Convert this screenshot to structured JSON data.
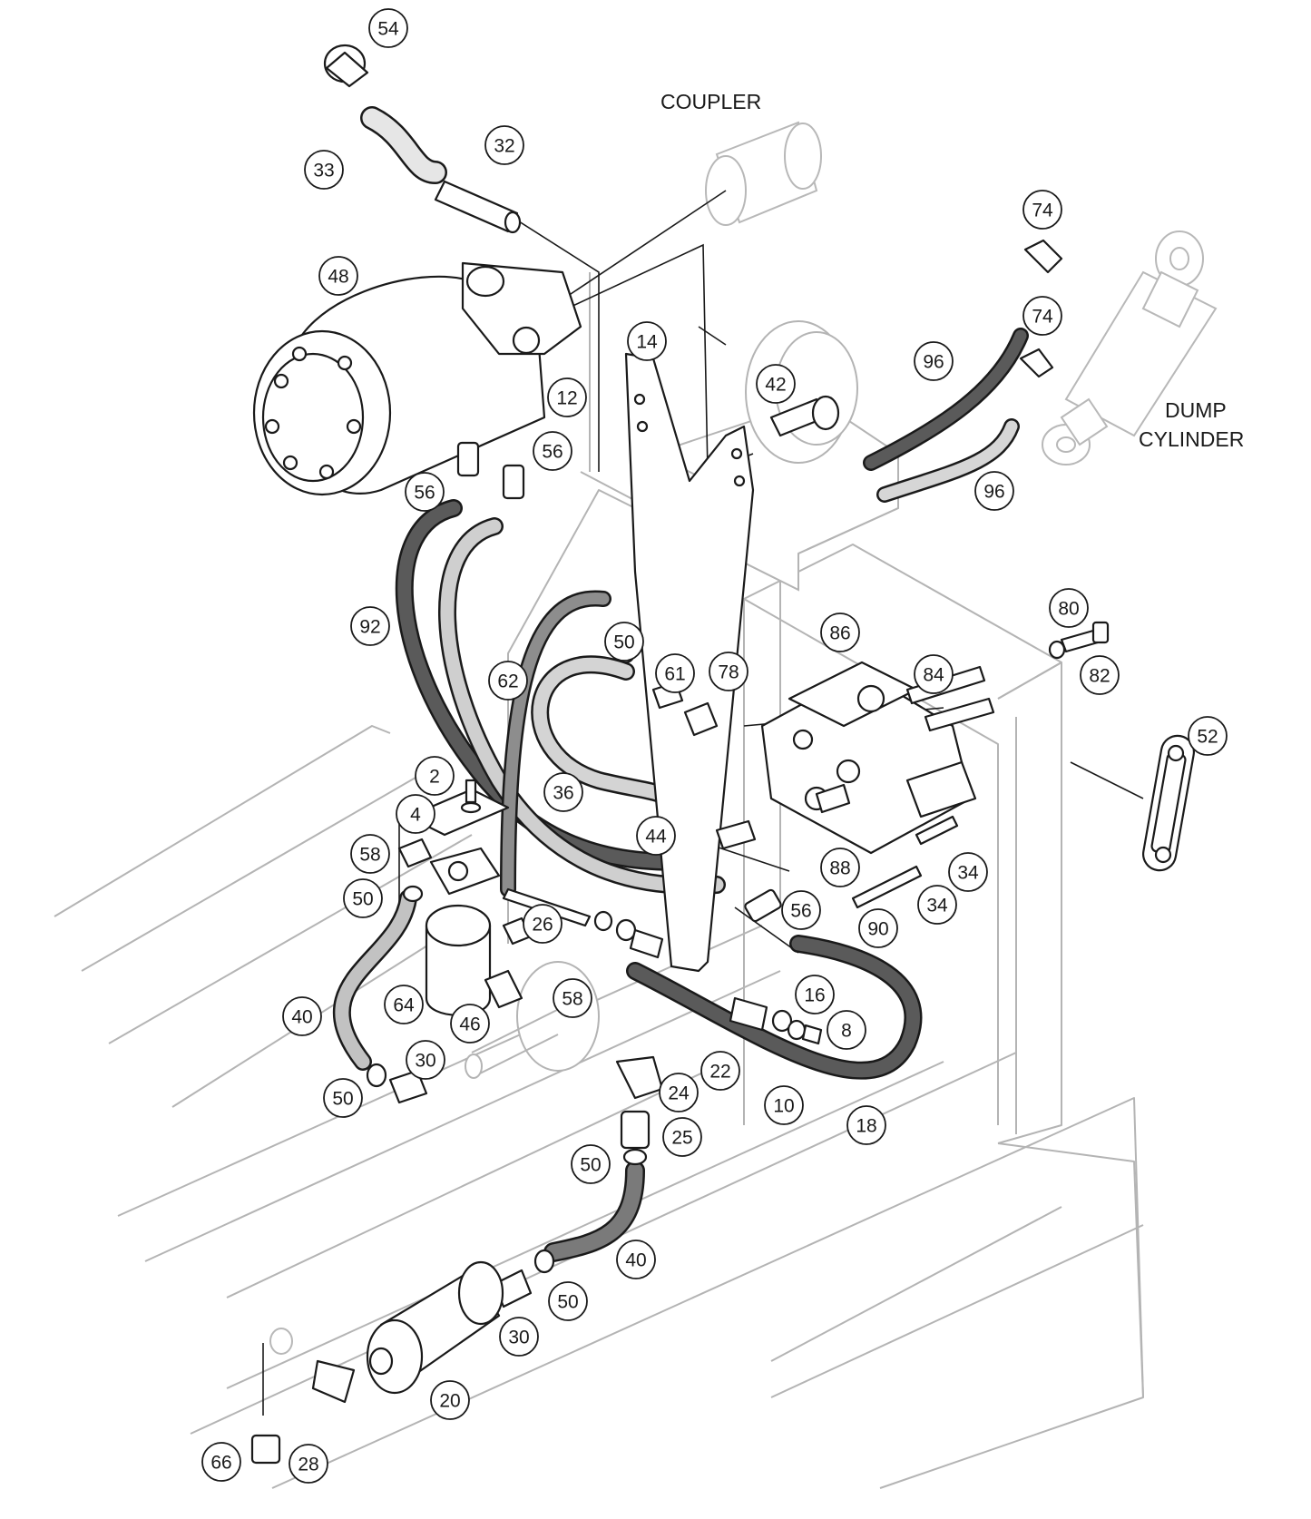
{
  "diagram": {
    "labels": {
      "coupler": "COUPLER",
      "dump_cylinder_line1": "DUMP",
      "dump_cylinder_line2": "CYLINDER"
    },
    "callouts": [
      "54",
      "33",
      "32",
      "48",
      "12",
      "14",
      "42",
      "56",
      "56",
      "74",
      "74",
      "96",
      "96",
      "92",
      "50",
      "61",
      "78",
      "86",
      "84",
      "80",
      "82",
      "62",
      "2",
      "4",
      "36",
      "44",
      "52",
      "58",
      "50",
      "26",
      "88",
      "34",
      "34",
      "90",
      "56",
      "64",
      "46",
      "58",
      "40",
      "16",
      "8",
      "30",
      "50",
      "22",
      "10",
      "18",
      "24",
      "25",
      "50",
      "40",
      "50",
      "30",
      "20",
      "28",
      "66"
    ]
  }
}
